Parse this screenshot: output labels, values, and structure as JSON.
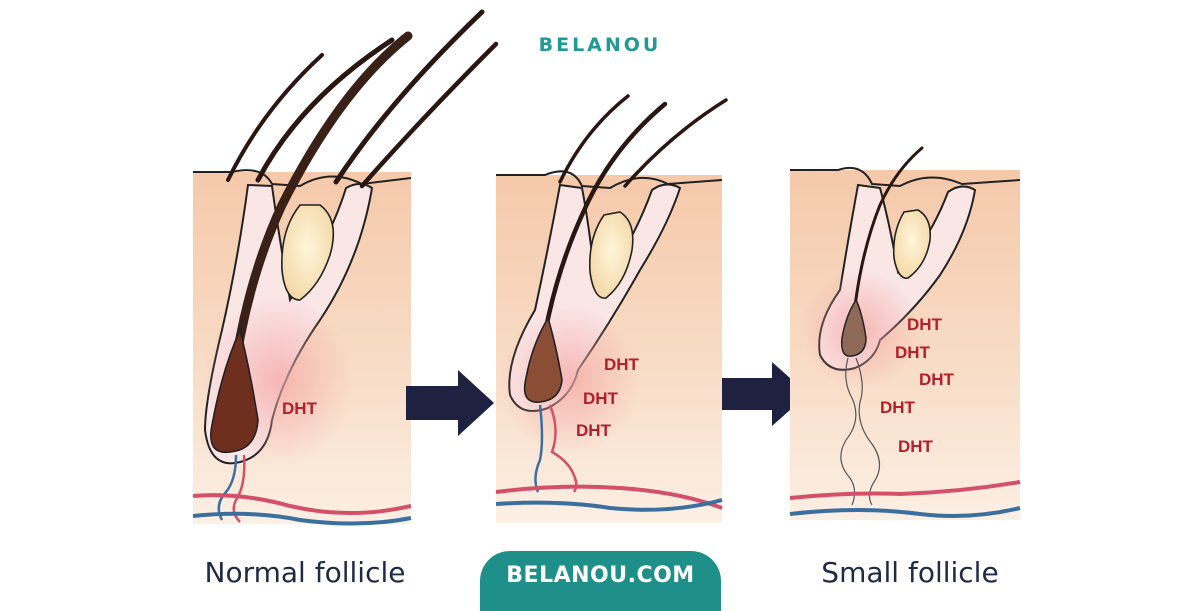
{
  "brand": {
    "logo_text": "BELANOU",
    "site_label": "BELANOU.COM",
    "accent_color": "#1f9a94"
  },
  "panels": [
    {
      "caption": "Normal follicle",
      "dht_labels": [
        "DHT"
      ]
    },
    {
      "caption": "",
      "dht_labels": [
        "DHT",
        "DHT",
        "DHT"
      ]
    },
    {
      "caption": "Small follicle",
      "dht_labels": [
        "DHT",
        "DHT",
        "DHT",
        "DHT",
        "DHT"
      ]
    }
  ],
  "arrows": [
    {
      "icon": "right-arrow-icon"
    },
    {
      "icon": "right-arrow-icon"
    }
  ],
  "colors": {
    "skin": "#f6d2b6",
    "hair": "#3a2118",
    "bulb": "#7a3d26",
    "dht_text": "#b1202b",
    "vessel_red": "#d4506a",
    "vessel_blue": "#3a6fa0",
    "arrow": "#1e2240"
  }
}
